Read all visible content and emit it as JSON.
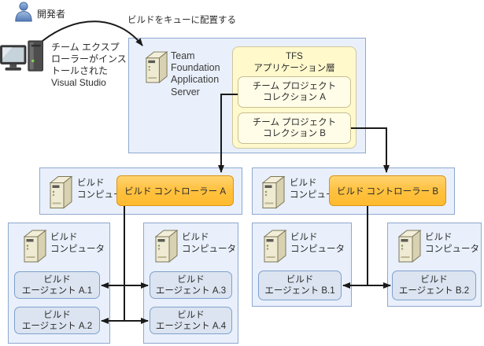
{
  "developer": {
    "label": "開発者"
  },
  "client_machine": {
    "caption_lines": [
      "チーム エクスプ",
      "ローラーがインス",
      "トールされた",
      "Visual Studio"
    ]
  },
  "queue_arrow": {
    "label": "ビルドをキューに配置する"
  },
  "tfs": {
    "server_label_lines": [
      "Team",
      "Foundation",
      "Application",
      "Server"
    ],
    "app_tier": {
      "title_lines": [
        "TFS",
        "アプリケーション層"
      ],
      "collection_a_lines": [
        "チーム プロジェクト",
        "コレクション A"
      ],
      "collection_b_lines": [
        "チーム プロジェクト",
        "コレクション B"
      ]
    }
  },
  "build_computer_label_lines": [
    "ビルド",
    "コンピュータ"
  ],
  "controllers": {
    "a": "ビルド コントローラー A",
    "b": "ビルド コントローラー B"
  },
  "agents": {
    "a1_lines": [
      "ビルド",
      "エージェント A.1"
    ],
    "a2_lines": [
      "ビルド",
      "エージェント A.2"
    ],
    "a3_lines": [
      "ビルド",
      "エージェント A.3"
    ],
    "a4_lines": [
      "ビルド",
      "エージェント A.4"
    ],
    "b1_lines": [
      "ビルド",
      "エージェント B.1"
    ],
    "b2_lines": [
      "ビルド",
      "エージェント B.2"
    ]
  },
  "colors": {
    "box_blue_fill": "#E9F0FB",
    "box_blue_border": "#8FA8CF",
    "tier_fill": "#FFF9CC",
    "tier_border": "#CFC79E",
    "collection_fill": "#FFFDE8",
    "collection_border": "#C8BF93",
    "controller_fill": "#FFC242",
    "controller_border": "#DD9217",
    "agent_fill": "#DBE4F0",
    "agent_border": "#7FA0CE",
    "connector": "#1A1A1A"
  }
}
